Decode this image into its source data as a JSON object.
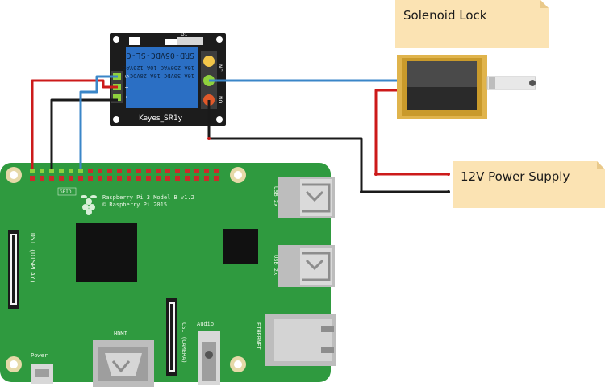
{
  "labels": {
    "solenoid_title": "Solenoid Lock",
    "power_title": "12V Power Supply"
  },
  "relay": {
    "name": "Keyes_SR1y",
    "part": "SRD-05VDC-SL-C",
    "rating_line1": "10A 250VAC  10A 125VAC",
    "rating_line2": "10A 30VDC  10A 28VDC",
    "pin_labels": [
      "S",
      "+",
      "-"
    ],
    "terminal_nc": "NC",
    "terminal_no": "NO",
    "diode": "D1"
  },
  "pi": {
    "model": "Raspberry Pi 3 Model B v1.2",
    "copyright": "© Raspberry Pi 2015",
    "gpio": "GPIO",
    "usb1": "USB 2x",
    "usb2": "USB 2x",
    "ethernet": "ETHERNET",
    "dsi": "DSI (DISPLAY)",
    "csi": "CSI (CAMERA)",
    "hdmi": "HDMI",
    "audio": "Audio",
    "power": "Power"
  },
  "colors": {
    "board": "#2f9a3f",
    "relay_board": "#1c1c1c",
    "relay_body": "#2b6fc4",
    "note": "#fbe3b3",
    "wire_red": "#cc1a1a",
    "wire_black": "#1a1a1a",
    "wire_blue": "#3a86c8"
  }
}
